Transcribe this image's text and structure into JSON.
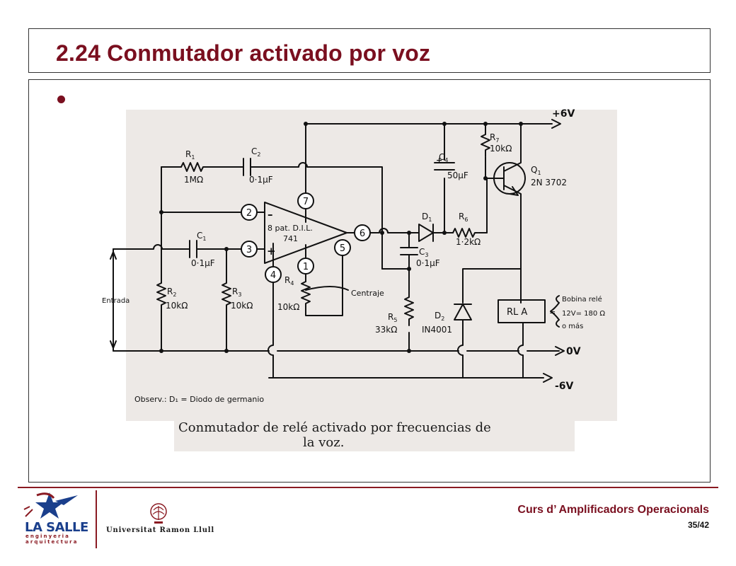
{
  "slide": {
    "title": "2.24 Conmutador activado por voz",
    "caption_line1": "Conmutador de relé activado por frecuencias de",
    "caption_line2": "la voz."
  },
  "diagram": {
    "supply_pos": "+6V",
    "supply_zero": "0V",
    "supply_neg": "-6V",
    "r1": "R",
    "r1_sub": "1",
    "r1_val": "1MΩ",
    "c2": "C",
    "c2_sub": "2",
    "c2_val": "0·1µF",
    "c1": "C",
    "c1_sub": "1",
    "c1_val": "0·1µF",
    "r2": "R",
    "r2_sub": "2",
    "r2_val": "10kΩ",
    "r3": "R",
    "r3_sub": "3",
    "r3_val": "10kΩ",
    "r4": "R",
    "r4_sub": "4",
    "r4_val": "10kΩ",
    "opamp_line1": "8 pat. D.I.L.",
    "opamp_line2": "741",
    "minus": "–",
    "plus": "+",
    "pin2": "2",
    "pin3": "3",
    "pin7": "7",
    "pin6": "6",
    "pin4": "4",
    "pin1": "1",
    "pin5": "5",
    "centraje": "Centraje",
    "entrada": "Entrada",
    "c4": "C",
    "c4_sub": "4",
    "c4_val": "50µF",
    "c4_plus": "+",
    "r7": "R",
    "r7_sub": "7",
    "r7_val": "10kΩ",
    "q1": "Q",
    "q1_sub": "1",
    "q1_val": "2N 3702",
    "d1": "D",
    "d1_sub": "1",
    "r6": "R",
    "r6_sub": "6",
    "r6_val": "1·2kΩ",
    "c3": "C",
    "c3_sub": "3",
    "c3_val": "0·1µF",
    "r5": "R",
    "r5_sub": "5",
    "r5_val": "33kΩ",
    "d2": "D",
    "d2_sub": "2",
    "d2_val": "IN4001",
    "rla": "RL A",
    "eq": "=",
    "coil_line1": "Bobina relé",
    "coil_line2": "12V= 180 Ω",
    "coil_line3": "o más",
    "observ": "Observ.: D₁ = Diodo de germanio"
  },
  "footer": {
    "course": "Curs d’ Amplificadors Operacionals",
    "page": "35/42",
    "lasalle": "LA SALLE",
    "lasalle_sub": "enginyeria arquitectura",
    "url_name": "Universitat Ramon Llull"
  },
  "colors": {
    "accent": "#7a0f1f",
    "navy": "#1a3f8c"
  }
}
